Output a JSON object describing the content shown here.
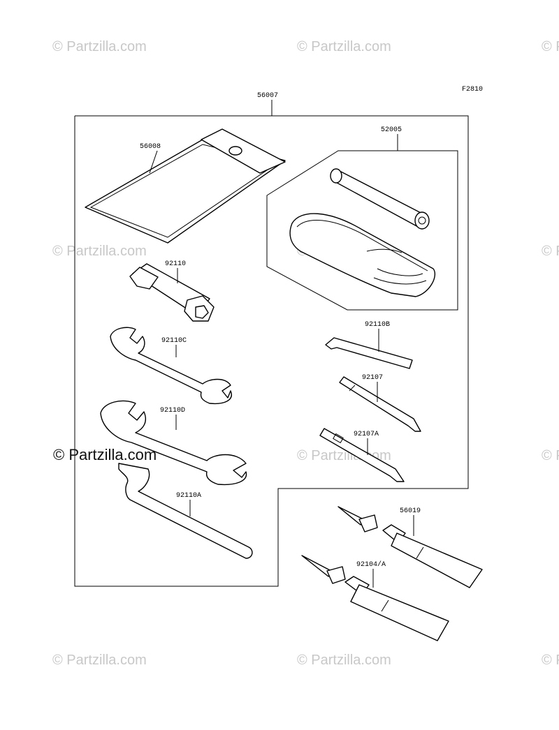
{
  "figure_code": "F2810",
  "watermark": {
    "text": "© Partzilla.com"
  },
  "callouts": {
    "p56007": "56007",
    "p56008": "56008",
    "p52005": "52005",
    "p92110": "92110",
    "p92110C": "92110C",
    "p92110D": "92110D",
    "p92110A": "92110A",
    "p92110B": "92110B",
    "p92107": "92107",
    "p92107A": "92107A",
    "p56019": "56019",
    "p92104A": "92104/A"
  },
  "colors": {
    "line": "#000000",
    "watermark": "#c8c8c8",
    "background": "#ffffff"
  }
}
